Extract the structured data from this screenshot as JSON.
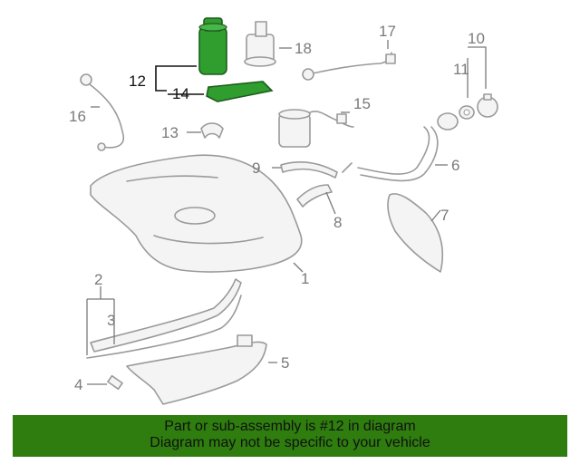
{
  "callouts": {
    "c1": "1",
    "c2": "2",
    "c3": "3",
    "c4": "4",
    "c5": "5",
    "c6": "6",
    "c7": "7",
    "c8": "8",
    "c9": "9",
    "c10": "10",
    "c11": "11",
    "c12": "12",
    "c13": "13",
    "c14": "14",
    "c15": "15",
    "c16": "16",
    "c17": "17",
    "c18": "18"
  },
  "highlight": {
    "part": "12",
    "color": "#2f9e2f"
  },
  "banner": {
    "color": "#2e7d0e",
    "line1": "Part or sub-assembly is #12 in diagram",
    "line2": "Diagram may not be specific to your vehicle"
  }
}
